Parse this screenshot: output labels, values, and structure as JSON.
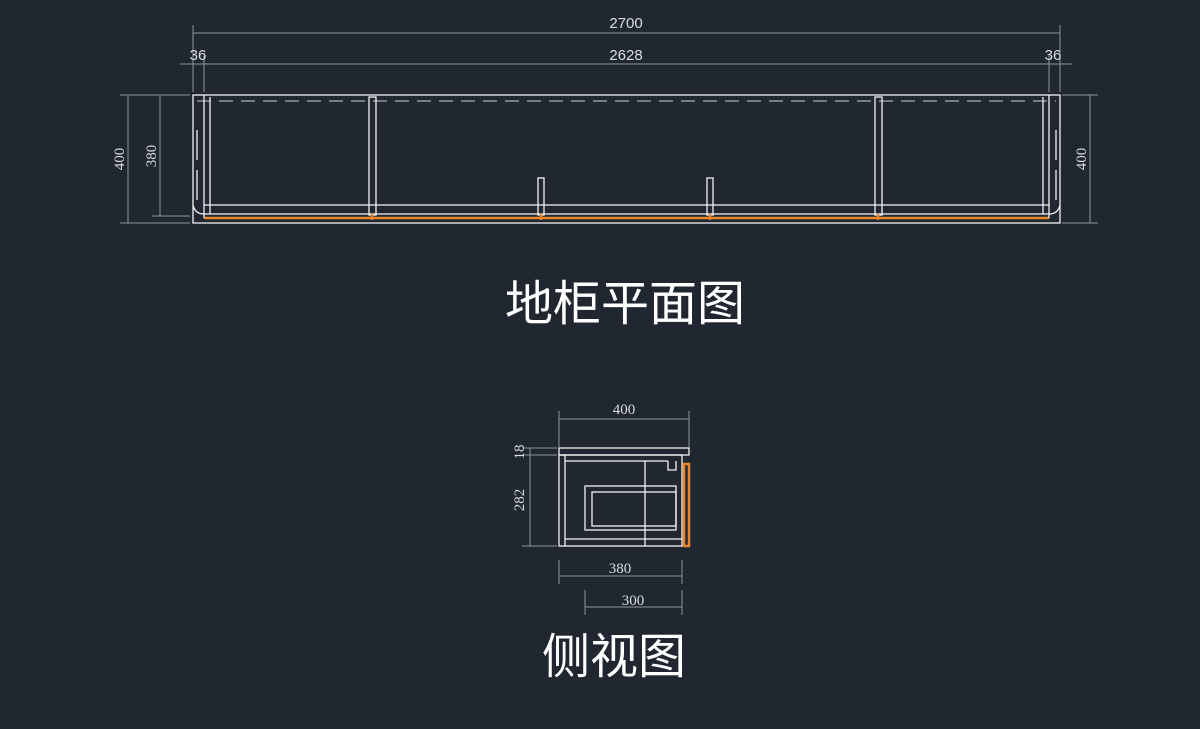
{
  "plan_view": {
    "title": "地柜平面图",
    "dim_overall_width": "2700",
    "dim_inner_width": "2628",
    "dim_left_side": "36",
    "dim_right_side": "36",
    "dim_left_depth_outer": "400",
    "dim_left_depth_inner": "380",
    "dim_right_depth": "400"
  },
  "side_view": {
    "title": "侧视图",
    "dim_top_width": "400",
    "dim_top_thickness": "18",
    "dim_body_height": "282",
    "dim_bottom_width": "380",
    "dim_drawer_width": "300"
  },
  "colors": {
    "background": "#212730",
    "line": "#f2f2f2",
    "dimension": "#8e949b",
    "accent": "#e8862a"
  }
}
